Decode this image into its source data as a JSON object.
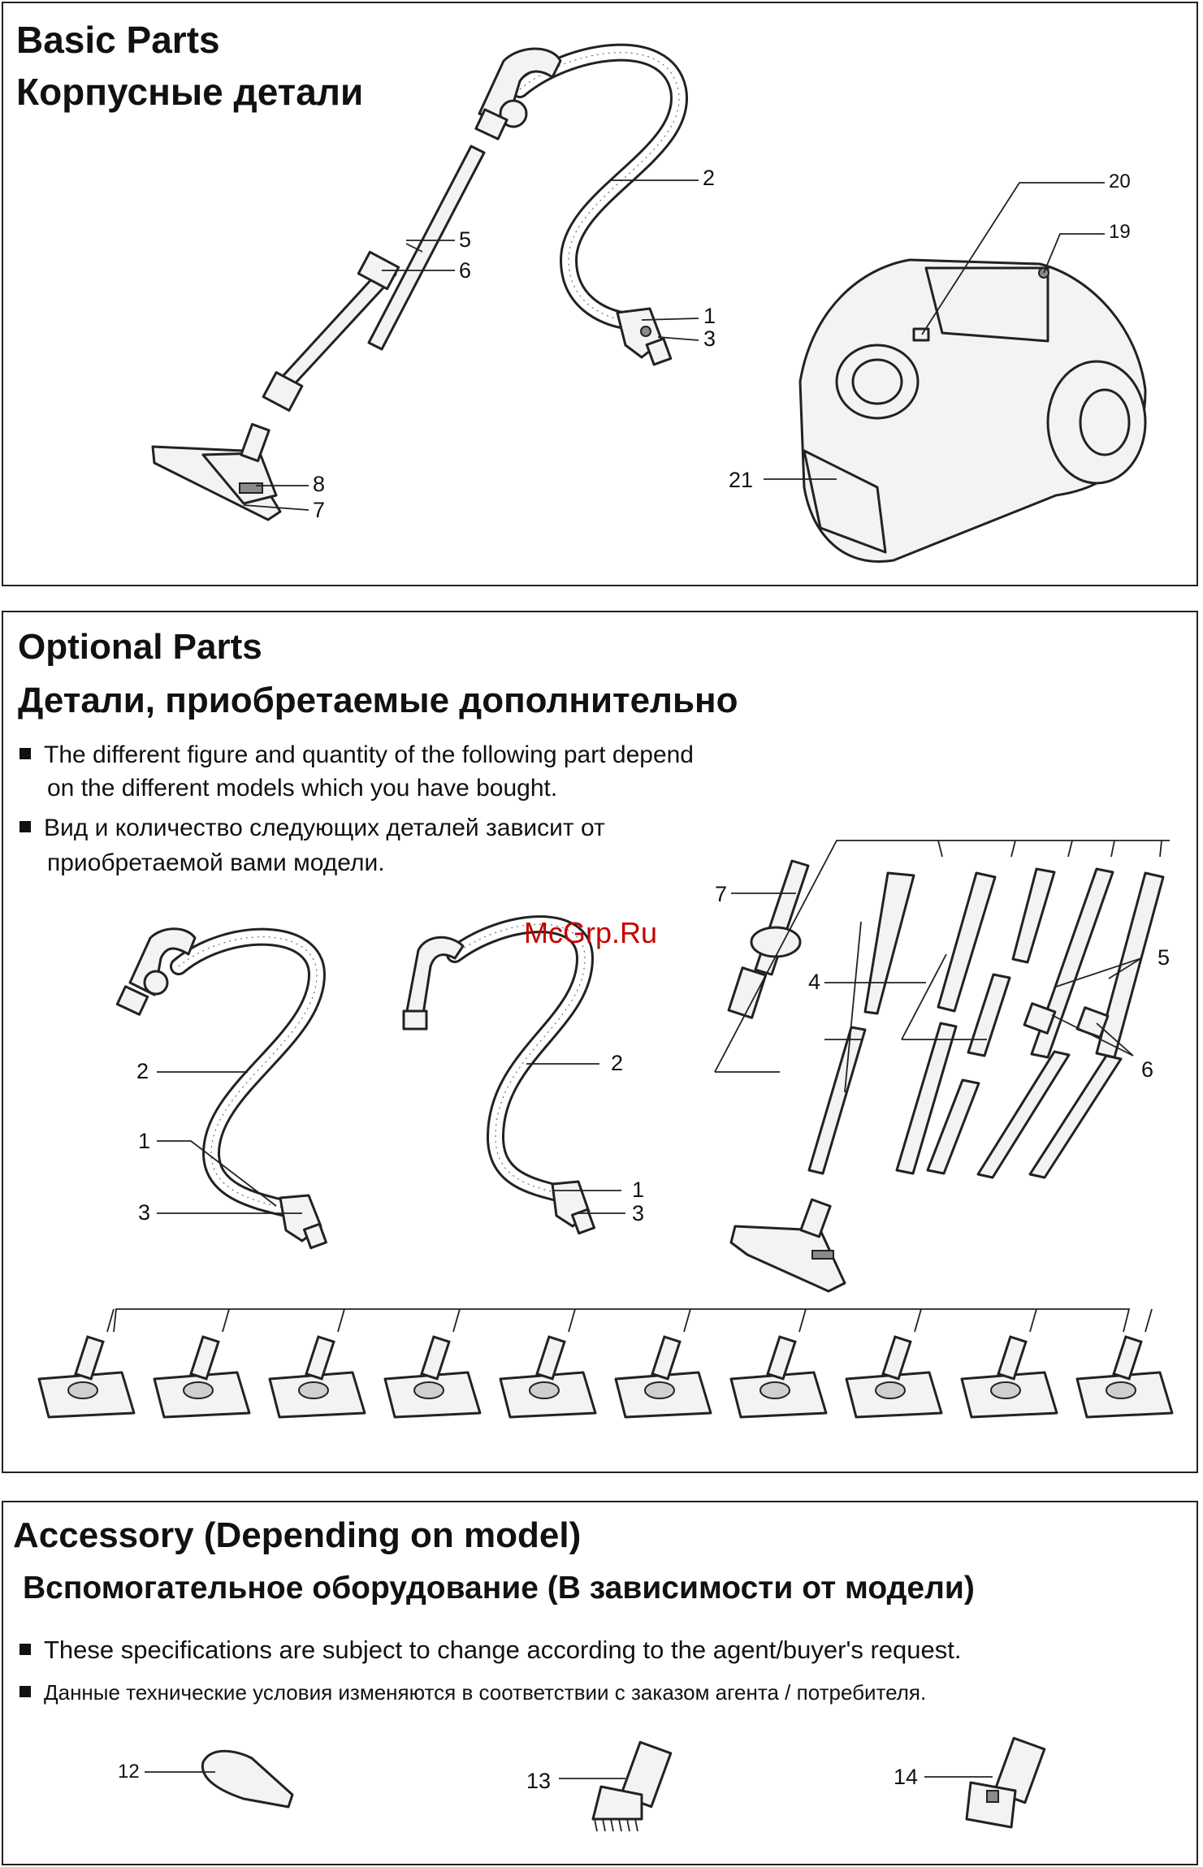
{
  "watermark": "McGrp.Ru",
  "basic": {
    "title_en": "Basic Parts",
    "title_ru": "Корпусные  детали",
    "callouts": [
      "1",
      "2",
      "3",
      "5",
      "6",
      "7",
      "8",
      "19",
      "20",
      "21"
    ]
  },
  "optional": {
    "title_en": "Optional Parts",
    "title_ru": "Детали, приобретаемые дополнительно",
    "bullets": [
      {
        "line1": "The different figure and quantity of the following part depend",
        "line2": "on the different models which you have bought."
      },
      {
        "line1": "Вид  и количество следующих деталей зависит от",
        "line2": "приобретаемой вами модели."
      }
    ],
    "callouts": {
      "hose_a": [
        "2",
        "1",
        "3"
      ],
      "hose_b": [
        "2",
        "1",
        "3"
      ],
      "pipes": [
        "7",
        "4",
        "5",
        "6"
      ]
    },
    "nozzle_count": 10
  },
  "accessory": {
    "title_en": "Accessory (Depending on model)",
    "title_ru": "Вспомогательное  оборудование (В зависимости от модели)",
    "bullets": [
      "These specifications are subject to change according to the agent/buyer's request.",
      "Данные технические условия изменяются в соответствии с заказом агента / потребителя."
    ],
    "callouts": [
      "12",
      "13",
      "14"
    ]
  }
}
